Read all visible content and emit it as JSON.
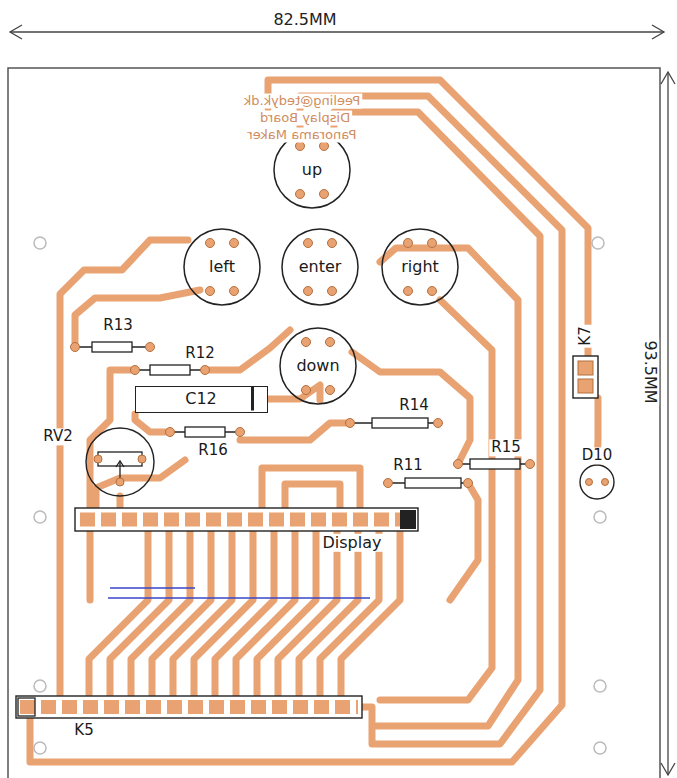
{
  "diagram": {
    "nodes": [
      {
        "text": [
          "up"
        ]
      },
      {
        "text": [
          "left"
        ]
      },
      {
        "text": [
          "enter"
        ]
      },
      {
        "text": [
          "right"
        ]
      },
      {
        "text": [
          "down"
        ]
      },
      {
        "text": [
          "C12"
        ]
      }
    ],
    "labels": [
      "82.5MM",
      "93.5MM",
      "Peeling@tedyk.dk",
      "Display Board",
      "Panorama Maker",
      "R13",
      "R12",
      "R16",
      "RV2",
      "R14",
      "R11",
      "R15",
      "K7",
      "D10",
      "Display",
      "K5"
    ]
  }
}
